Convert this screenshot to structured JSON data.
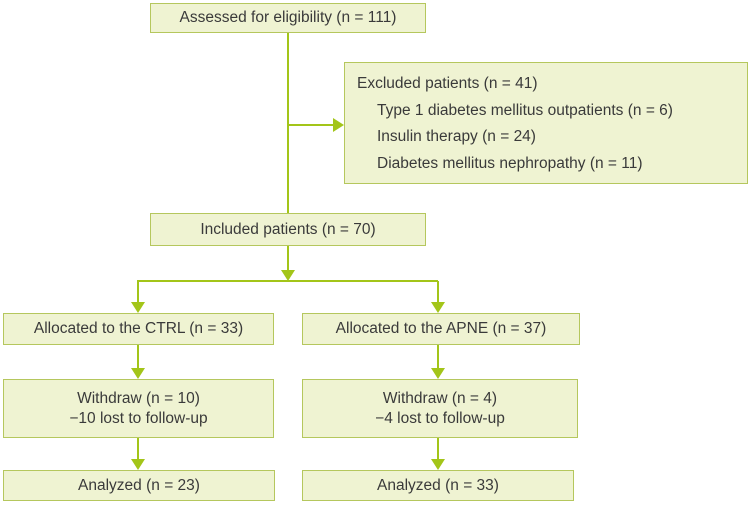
{
  "diagram": {
    "assessed": {
      "label": "Assessed for eligibility (n = 111)"
    },
    "excluded": {
      "title": "Excluded patients (n = 41)",
      "items": [
        "Type 1 diabetes mellitus outpatients (n = 6)",
        "Insulin therapy (n = 24)",
        "Diabetes mellitus nephropathy (n = 11)"
      ]
    },
    "included": {
      "label": "Included patients (n = 70)"
    },
    "allocated_ctrl": {
      "label": "Allocated to the CTRL (n = 33)"
    },
    "allocated_apne": {
      "label": "Allocated to the APNE (n = 37)"
    },
    "withdraw_ctrl": {
      "line1": "Withdraw (n = 10)",
      "line2": "−10 lost to follow-up"
    },
    "withdraw_apne": {
      "line1": "Withdraw (n = 4)",
      "line2": "−4 lost to follow-up"
    },
    "analyzed_ctrl": {
      "label": "Analyzed (n = 23)"
    },
    "analyzed_apne": {
      "label": "Analyzed (n = 33)"
    }
  },
  "colors": {
    "box_fill": "#eff3d2",
    "box_border": "#b5c75d",
    "arrow": "#a3c519",
    "text": "#3a3a3a"
  }
}
